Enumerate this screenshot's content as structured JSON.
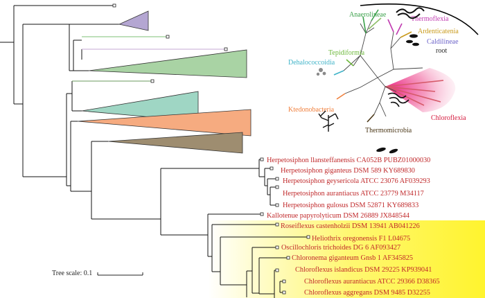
{
  "colors": {
    "branch": "#111111",
    "leaf_text": "#c0282a",
    "highlight": "#fff100",
    "clade_purple": "#b4a6d2",
    "clade_green": "#a9d3a4",
    "clade_teal": "#9fd6c4",
    "clade_orange": "#f6ab80",
    "clade_brown": "#9e8d70",
    "branch_green": "#7cc276",
    "branch_lavender": "#c4a7d6",
    "chloroflexia_pink": "#e8157a"
  },
  "leaves": [
    "Herpetosiphon llansteffanensis CA052B PUBZ01000030",
    "Herpetosiphon giganteus DSM 589 KY689830",
    "Herpetosiphon geysericola ATCC 23076 AF039293",
    "Herpetosiphon aurantiacus ATCC 23779 M34117",
    "Herpetosiphon gulosus DSM 52871 KY689833",
    "Kallotenue papyrolyticum DSM 26889 JX848544",
    "Roseiflexus castenholzii DSM 13941 AB041226",
    "Heliothrix oregonensis F1 L04675",
    "Oscillochloris trichoides DG 6 AF093427",
    "Chloronema giganteum Gnsb 1 AF345825",
    "Chloroflexus islandicus DSM 29225 KP939041",
    "Chloroflexus aurantiacus ATCC 29366 D38365",
    "Chloroflexus aggregans DSM 9485 D32255"
  ],
  "inset": {
    "labels": [
      {
        "text": "Anaerolineae",
        "color": "#3aa04a"
      },
      {
        "text": "Thermoflexia",
        "color": "#c03ab0"
      },
      {
        "text": "Ardenticatenia",
        "color": "#c99a1a"
      },
      {
        "text": "Caldilineae",
        "color": "#6b62c8"
      },
      {
        "text": "root",
        "color": "#222222"
      },
      {
        "text": "Tepidiformia",
        "color": "#6cb83a"
      },
      {
        "text": "Dehalococcoidia",
        "color": "#3fb3c8"
      },
      {
        "text": "Chloroflexia",
        "color": "#d4183c"
      },
      {
        "text": "Ktedonobacteria",
        "color": "#f07f3c"
      },
      {
        "text": "Thermomicrobia",
        "color": "#4a3616"
      }
    ]
  },
  "scale": {
    "label": "Tree scale: 0.1"
  }
}
